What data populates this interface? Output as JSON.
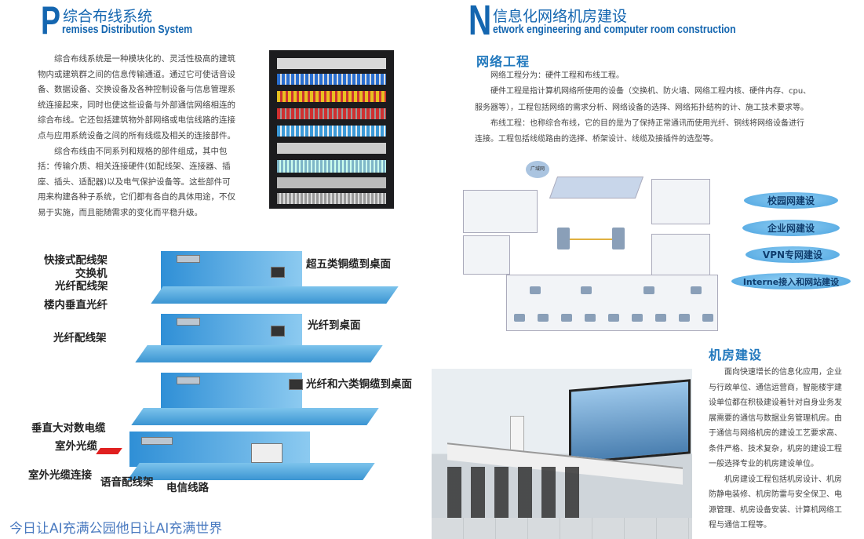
{
  "left": {
    "title_letter": "P",
    "title_zh": "综合布线系统",
    "title_en": "remises Distribution System",
    "paragraphs": [
      "综合布线系统是一种模块化的、灵活性极高的建筑物内或建筑群之间的信息传输通道。通过它可使话音设备、数据设备、交换设备及各种控制设备与信息管理系统连接起来，同时也使这些设备与外部通信网络相连的综合布线。它还包括建筑物外部网络或电信线路的连接点与应用系统设备之间的所有线缆及相关的连接部件。",
      "综合布线由不同系列和规格的部件组成，其中包括：传输介质、相关连接硬件(如配线架、连接器、插座、插头、适配器)以及电气保护设备等。这些部件可用来构建各种子系统，它们都有各自的具体用途，不仅易于实施，而且能随需求的变化而平稳升级。"
    ],
    "diagram_labels": {
      "patch_panel": "快接式配线架",
      "switch": "交换机",
      "fiber_panel_1": "光纤配线架",
      "vertical_fiber": "楼内垂直光纤",
      "fiber_panel_2": "光纤配线架",
      "vertical_cable": "垂直大对数电缆",
      "outdoor_fiber": "室外光缆",
      "outdoor_fiber_conn": "室外光缆连接",
      "voice_panel": "语音配线架",
      "telecom_line": "电信线路",
      "cat5e": "超五类铜缆到桌面",
      "fiber_desk": "光纤到桌面",
      "fiber_cat6": "光纤和六类铜缆到桌面"
    },
    "slogan": "今日让AI充满公园他日让AI充满世界"
  },
  "right": {
    "title_letter": "N",
    "title_zh": "信息化网络机房建设",
    "title_en": "etwork engineering and computer room construction",
    "network": {
      "heading": "网络工程",
      "lines": [
        "网络工程分为：硬件工程和布线工程。",
        "硬件工程是指计算机网络所使用的设备（交换机、防火墙、网络工程内核、硬件内存、cpu、",
        "服务器等），工程包括网络的需求分析、网络设备的选择、网络拓扑结构的计、施工技术要求等。",
        "布线工程：也称综合布线，它的目的是为了保持正常通讯而使用光纤、铜线将网络设备进行",
        "连接。工程包括线缆路由的选择、桥架设计、线缆及接插件的选型等。"
      ],
      "diagram_wan": "广域网",
      "services": [
        "校园网建设",
        "企业网建设",
        "VPN专网建设",
        "Interne接入和网站建设"
      ]
    },
    "room": {
      "heading": "机房建设",
      "paragraphs": [
        "面向快速增长的信息化应用，企业与行政单位、通信运营商，智能楼宇建设单位都在积极建设着针对自身业务发展需要的通信与数据业务管理机房。由于通信与网络机房的建设工艺要求高、条件严格、技术复杂，机房的建设工程一般选择专业的机房建设单位。",
        "机房建设工程包括机房设计、机房防静电装修、机房防雷与安全保卫、电源管理、机房设备安装、计算机网络工程与通信工程等。"
      ]
    }
  }
}
